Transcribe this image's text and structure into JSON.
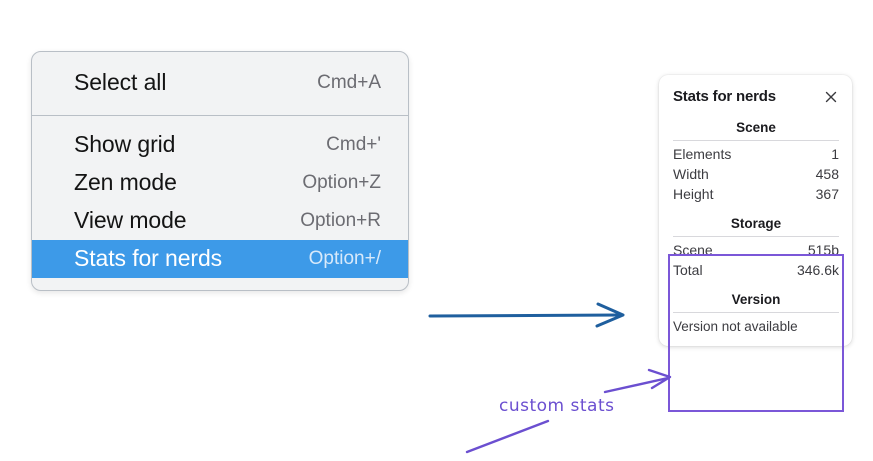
{
  "context_menu": {
    "groups": [
      {
        "items": [
          {
            "label": "Select all",
            "shortcut": "Cmd+A",
            "selected": false
          }
        ]
      },
      {
        "items": [
          {
            "label": "Show grid",
            "shortcut": "Cmd+'",
            "selected": false
          },
          {
            "label": "Zen mode",
            "shortcut": "Option+Z",
            "selected": false
          },
          {
            "label": "View mode",
            "shortcut": "Option+R",
            "selected": false
          },
          {
            "label": "Stats for nerds",
            "shortcut": "Option+/",
            "selected": true
          }
        ]
      }
    ]
  },
  "stats_panel": {
    "title": "Stats for nerds",
    "close_icon": "close-icon",
    "sections": [
      {
        "heading": "Scene",
        "rows": [
          {
            "key": "Elements",
            "value": "1"
          },
          {
            "key": "Width",
            "value": "458"
          },
          {
            "key": "Height",
            "value": "367"
          }
        ]
      },
      {
        "heading": "Storage",
        "rows": [
          {
            "key": "Scene",
            "value": "515b"
          },
          {
            "key": "Total",
            "value": "346.6k"
          }
        ]
      },
      {
        "heading": "Version",
        "note": "Version not available"
      }
    ]
  },
  "annotations": {
    "custom_stats_label": "custom stats",
    "arrow_blue_color": "#1f5f9e",
    "arrow_purple_color": "#6b4fd0",
    "highlight_box_color": "#7b57d8"
  },
  "colors": {
    "menu_background": "#f2f3f4",
    "menu_border": "#b9bfc6",
    "menu_selection": "#3d9ae8",
    "panel_background": "#ffffff",
    "text_primary": "#141414",
    "text_secondary": "#6c6c72"
  }
}
